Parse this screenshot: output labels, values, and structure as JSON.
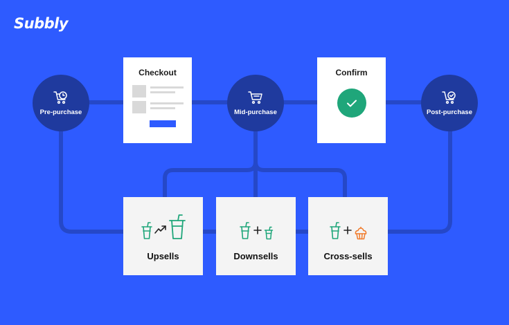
{
  "brand": {
    "logo_text": "Subbly"
  },
  "stages": {
    "pre": "Pre-purchase",
    "mid": "Mid-purchase",
    "post": "Post-purchase"
  },
  "cards": {
    "checkout_title": "Checkout",
    "confirm_title": "Confirm"
  },
  "offers": {
    "upsells": "Upsells",
    "downsells": "Downsells",
    "cross_sells": "Cross-sells"
  },
  "colors": {
    "background": "#2e5bff",
    "node": "#1f3a9e",
    "connector": "#2548c8",
    "success": "#1fa67a",
    "cup": "#1fa67a",
    "cupcake": "#f07a2a"
  },
  "icons": [
    "cart-clock-icon",
    "cart-icon",
    "cart-check-icon",
    "checkmark-icon",
    "cup-icon",
    "trend-arrow-icon",
    "plus-icon",
    "cupcake-icon"
  ]
}
